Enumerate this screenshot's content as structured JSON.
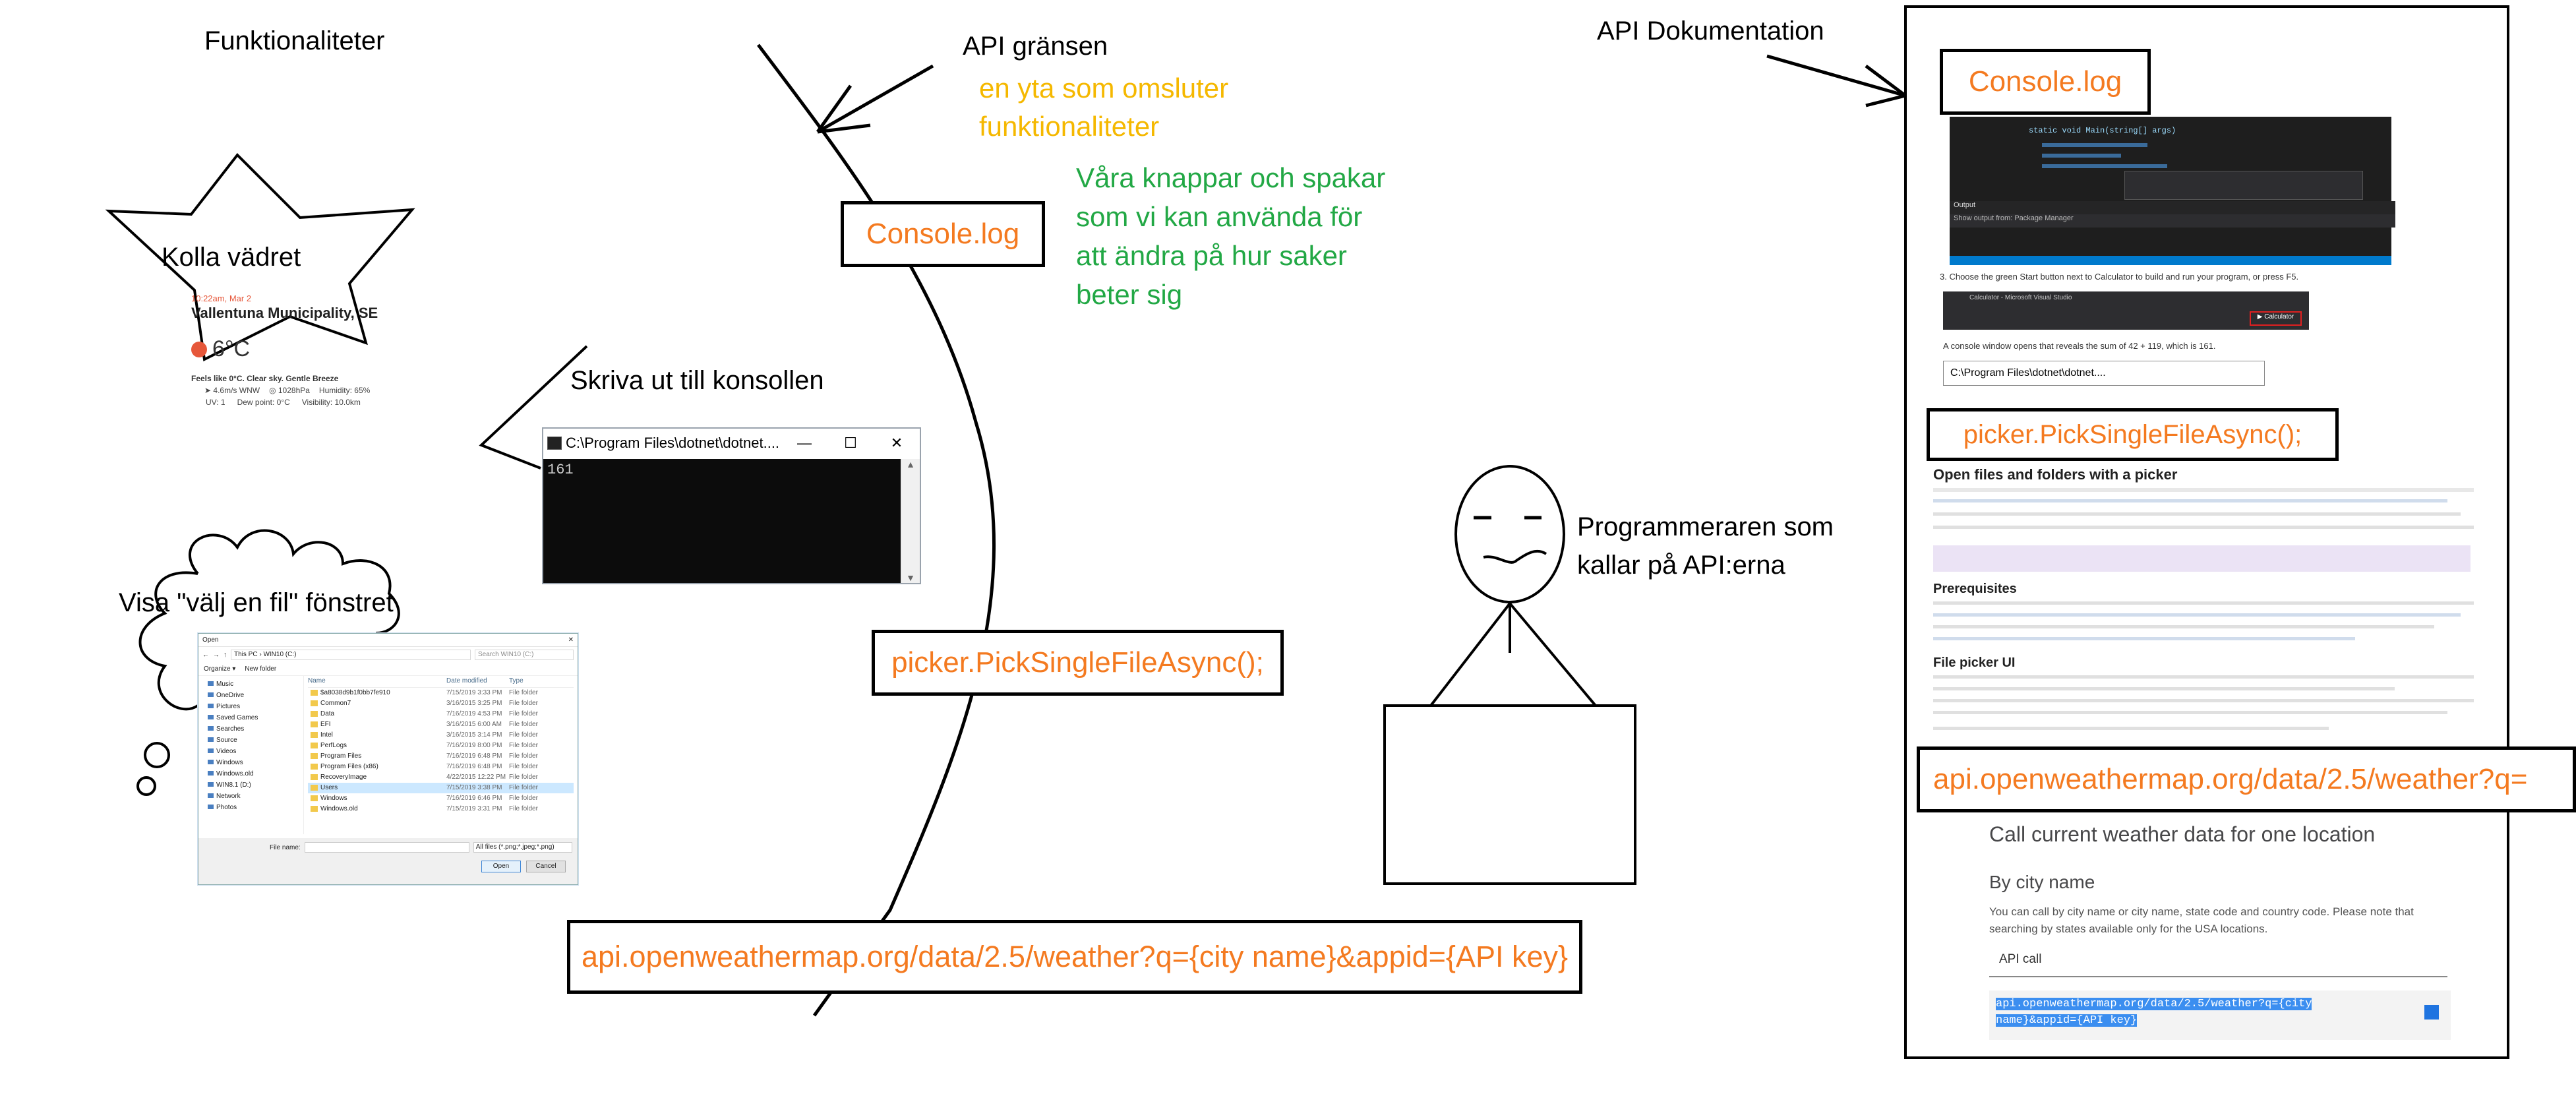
{
  "labels": {
    "funktionaliteter": "Funktionaliteter",
    "api_grans": "API gränsen",
    "api_grans_desc": "en yta som omsluter\nfunktionaliteter",
    "knappar_desc": "Våra knappar och spakar\nsom vi kan använda för\natt ändra på hur saker\nbeter sig",
    "api_dokumentation": "API Dokumentation",
    "kolla_vadret": "Kolla vädret",
    "skriva_ut": "Skriva ut till konsollen",
    "visa_valj": "Visa \"välj en fil\" fönstret",
    "programmeraren": "Programmeraren som\nkallar på API:erna"
  },
  "code_boxes": {
    "console_log": "Console.log",
    "picker": "picker.PickSingleFileAsync();",
    "weather_api": "api.openweathermap.org/data/2.5/weather?q={city name}&appid={API key}",
    "doc_console_log": "Console.log",
    "doc_picker": "picker.PickSingleFileAsync();",
    "doc_weather_api": "api.openweathermap.org/data/2.5/weather?q="
  },
  "weather_card": {
    "time": "10:22am, Mar 2",
    "location": "Vallentuna Municipality, SE",
    "temperature": "6°C",
    "feels_like": "Feels like 0°C. Clear sky. Gentle Breeze",
    "wind": "4.6m/s WNW",
    "pressure": "1028hPa",
    "humidity": "Humidity: 65%",
    "uv": "UV: 1",
    "dew_point": "Dew point: 0°C",
    "visibility": "Visibility: 10.0km"
  },
  "console_window": {
    "title": "C:\\Program Files\\dotnet\\dotnet....",
    "output": "161",
    "minimize": "—",
    "maximize": "☐",
    "close": "✕"
  },
  "file_dialog": {
    "title": "Open",
    "path": "This PC › WIN10 (C:)",
    "search_placeholder": "Search WIN10 (C:)",
    "organize": "Organize ▾",
    "new_folder": "New folder",
    "columns": [
      "Name",
      "Date modified",
      "Type"
    ],
    "nav_items": [
      "Music",
      "OneDrive",
      "Pictures",
      "Saved Games",
      "Searches",
      "Source",
      "Videos",
      "Windows",
      "Windows.old",
      "WIN8.1 (D:)",
      "Network",
      "Photos"
    ],
    "files": [
      {
        "name": "$a8038d9b1f0bb7fe910",
        "date": "7/15/2019 3:33 PM",
        "type": "File folder"
      },
      {
        "name": "Common7",
        "date": "3/16/2015 3:25 PM",
        "type": "File folder"
      },
      {
        "name": "Data",
        "date": "7/16/2019 4:53 PM",
        "type": "File folder"
      },
      {
        "name": "EFI",
        "date": "3/16/2015 6:00 AM",
        "type": "File folder"
      },
      {
        "name": "Intel",
        "date": "3/16/2015 3:14 PM",
        "type": "File folder"
      },
      {
        "name": "PerfLogs",
        "date": "7/16/2019 8:00 PM",
        "type": "File folder"
      },
      {
        "name": "Program Files",
        "date": "7/16/2019 6:48 PM",
        "type": "File folder"
      },
      {
        "name": "Program Files (x86)",
        "date": "7/16/2019 6:48 PM",
        "type": "File folder"
      },
      {
        "name": "RecoveryImage",
        "date": "4/22/2015 12:22 PM",
        "type": "File folder"
      },
      {
        "name": "Users",
        "date": "7/15/2019 3:38 PM",
        "type": "File folder"
      },
      {
        "name": "Windows",
        "date": "7/16/2019 6:46 PM",
        "type": "File folder"
      },
      {
        "name": "Windows.old",
        "date": "7/15/2019 3:31 PM",
        "type": "File folder"
      }
    ],
    "file_name_label": "File name:",
    "filter": "All files (*.png;*.jpeg;*.png)",
    "open_button": "Open",
    "cancel_button": "Cancel"
  },
  "docs": {
    "step3": "3. Choose the green Start button next to Calculator to build and run your program, or press F5.",
    "console_result": "A console window opens that reveals the sum of 42 + 119, which is 161.",
    "console_title": "C:\\Program Files\\dotnet\\dotnet....",
    "heading_open": "Open files and folders with a picker",
    "heading_prereq": "Prerequisites",
    "heading_picker_ui": "File picker UI",
    "weather_title": "Call current weather data for one location",
    "by_city": "By city name",
    "city_desc": "You can call by city name or city name, state code and country code. Please note that searching by states available only for the USA locations.",
    "api_call": "API call",
    "api_call_code": "api.openweathermap.org/data/2.5/weather?q={city name}&appid={API key}",
    "code_snippet": "static void Main(string[] args)",
    "ide_title": "Calculator - Microsoft Visual Studio",
    "ide_run": "▶ Calculator",
    "ide_output": "Output",
    "ide_show_output": "Show output from:  Package Manager"
  },
  "colors": {
    "accent_orange": "#f47a20",
    "yellow": "#f5b800",
    "green": "#22a845",
    "console_bg": "#0c0c0c",
    "weather_orange": "#e6573a"
  }
}
